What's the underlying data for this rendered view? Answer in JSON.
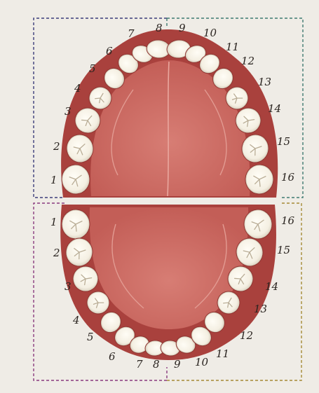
{
  "upper_arch": {
    "labels": [
      "1",
      "2",
      "3",
      "4",
      "5",
      "6",
      "7",
      "8",
      "9",
      "10",
      "11",
      "12",
      "13",
      "14",
      "15",
      "16"
    ],
    "quadrant_right_color": "#3b3c7a",
    "quadrant_left_color": "#3f7b70"
  },
  "lower_arch": {
    "labels": [
      "1",
      "2",
      "3",
      "4",
      "5",
      "6",
      "7",
      "8",
      "9",
      "10",
      "11",
      "12",
      "13",
      "14",
      "15",
      "16"
    ],
    "quadrant_right_color": "#8a3a7e",
    "quadrant_left_color": "#a58a35"
  },
  "colors": {
    "gum": "#a9413d",
    "palate": "#cf6f67",
    "tooth": "#f7f4ea",
    "tooth_shadow": "#d9d2c0",
    "paper": "#efece6"
  }
}
